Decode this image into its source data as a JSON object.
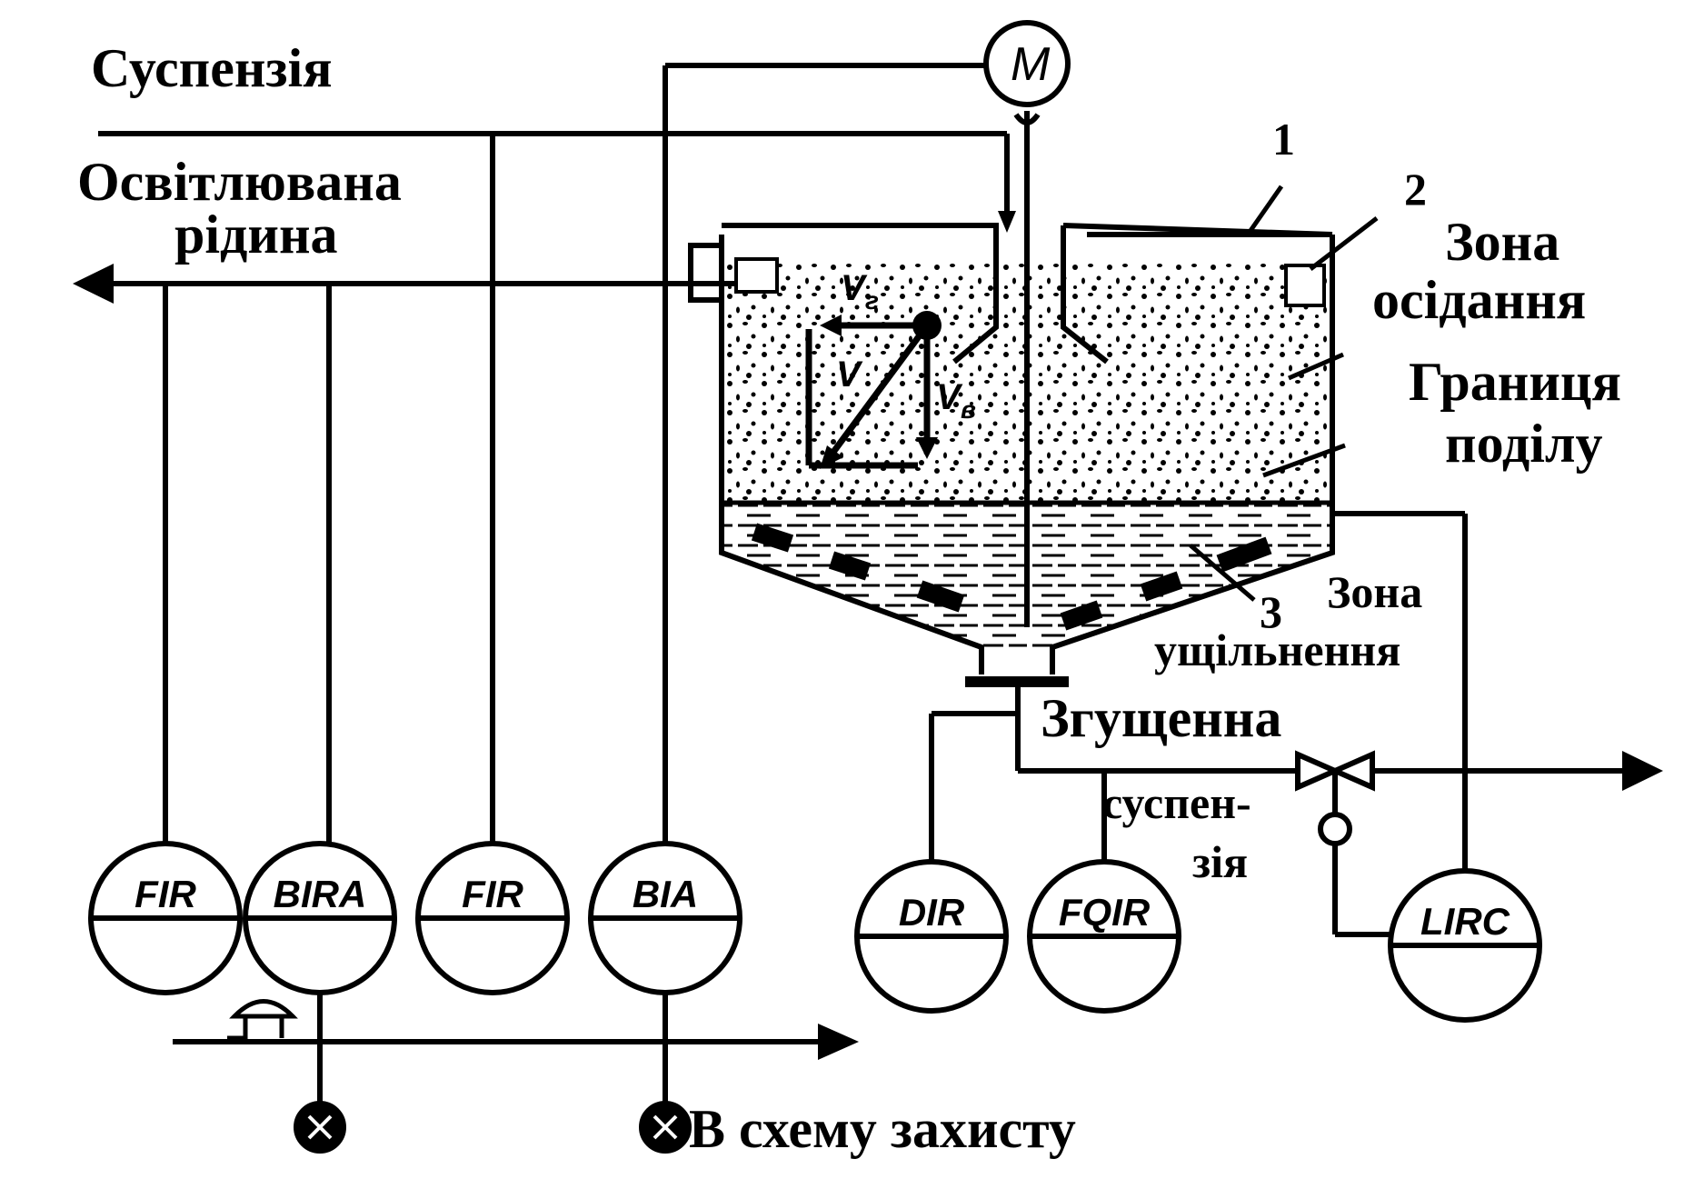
{
  "labels": {
    "suspension": "Суспензія",
    "clarified_line1": "Освітлювана",
    "clarified_line2": "рідина",
    "settling_zone_line1": "Зона",
    "settling_zone_line2": "осідання",
    "boundary_line1": "Границя",
    "boundary_line2": "поділу",
    "compaction_zone_line1": "Зона",
    "compaction_zone_line2": "ущільнення",
    "thickened_line1": "Згущенна",
    "thickened_line2": "суспен-",
    "thickened_line3": "зія",
    "protection": "В схему захисту"
  },
  "callouts": {
    "one": "1",
    "two": "2",
    "three": "3"
  },
  "motor": {
    "symbol": "M"
  },
  "vectors": {
    "v_g": "V",
    "v_g_sub": "г",
    "v": "V",
    "v_v": "V",
    "v_v_sub": "в"
  },
  "instruments": [
    {
      "tag": "FIR"
    },
    {
      "tag": "BIRA"
    },
    {
      "tag": "FIR"
    },
    {
      "tag": "BIA"
    },
    {
      "tag": "DIR"
    },
    {
      "tag": "FQIR"
    },
    {
      "tag": "LIRC"
    }
  ],
  "icons": {
    "alarm": "alarm-lamp-icon",
    "valve": "control-valve-icon",
    "motor": "motor-icon"
  }
}
